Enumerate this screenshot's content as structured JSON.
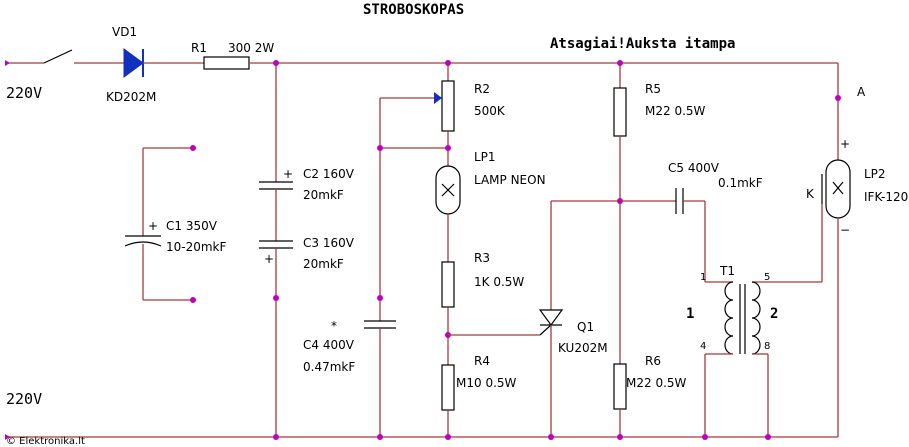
{
  "title": "STROBOSKOPAS",
  "warning": "Atsagiai!Auksta itampa",
  "footer": "© Elektronika.lt",
  "supply": {
    "top": "220V",
    "bottom": "220V"
  },
  "terminal_a": "A",
  "components": {
    "vd1": {
      "name": "VD1",
      "value": "KD202M"
    },
    "r1": {
      "name": "R1",
      "value": "300  2W"
    },
    "c1": {
      "name": "C1  350V",
      "value": "10-20mkF"
    },
    "c2": {
      "name": "C2  160V",
      "value": "20mkF"
    },
    "c3": {
      "name": "C3  160V",
      "value": "20mkF"
    },
    "c4": {
      "mark": "*",
      "name": "C4  400V",
      "value": "0.47mkF"
    },
    "r2": {
      "name": "R2",
      "value": "500K"
    },
    "lp1": {
      "name": "LP1",
      "value": "LAMP NEON"
    },
    "r3": {
      "name": "R3",
      "value": "1K  0.5W"
    },
    "r4": {
      "name": "R4",
      "value": "M10  0.5W"
    },
    "q1": {
      "name": "Q1",
      "value": "KU202M"
    },
    "r5": {
      "name": "R5",
      "value": "M22  0.5W"
    },
    "r6": {
      "name": "R6",
      "value": "M22  0.5W"
    },
    "c5": {
      "name": "C5 400V",
      "value": "0.1mkF"
    },
    "t1": {
      "name": "T1",
      "pin1": "1",
      "pin4": "4",
      "pin5": "5",
      "pin8": "8",
      "winding1": "1",
      "winding2": "2"
    },
    "lp2": {
      "name": "LP2",
      "value": "IFK-120",
      "k": "K",
      "plus": "+",
      "minus": "−"
    }
  },
  "polarity_plus": "+"
}
